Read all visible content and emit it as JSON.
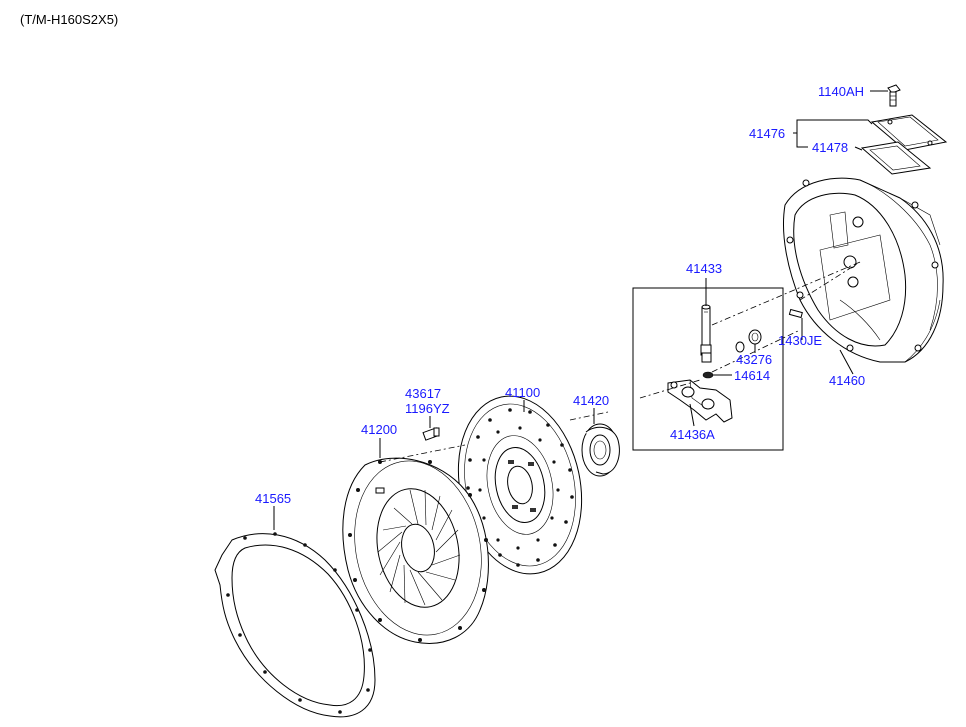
{
  "header": {
    "model_code": "(T/M-H160S2X5)"
  },
  "callouts": {
    "p1140AH": "1140AH",
    "p41476": "41476",
    "p41478": "41478",
    "p41433": "41433",
    "p1430JE": "1430JE",
    "p43276": "43276",
    "p14614": "14614",
    "p41460": "41460",
    "p41436A": "41436A",
    "p43617": "43617",
    "p1196YZ": "1196YZ",
    "p41100": "41100",
    "p41420": "41420",
    "p41200": "41200",
    "p41565": "41565"
  }
}
